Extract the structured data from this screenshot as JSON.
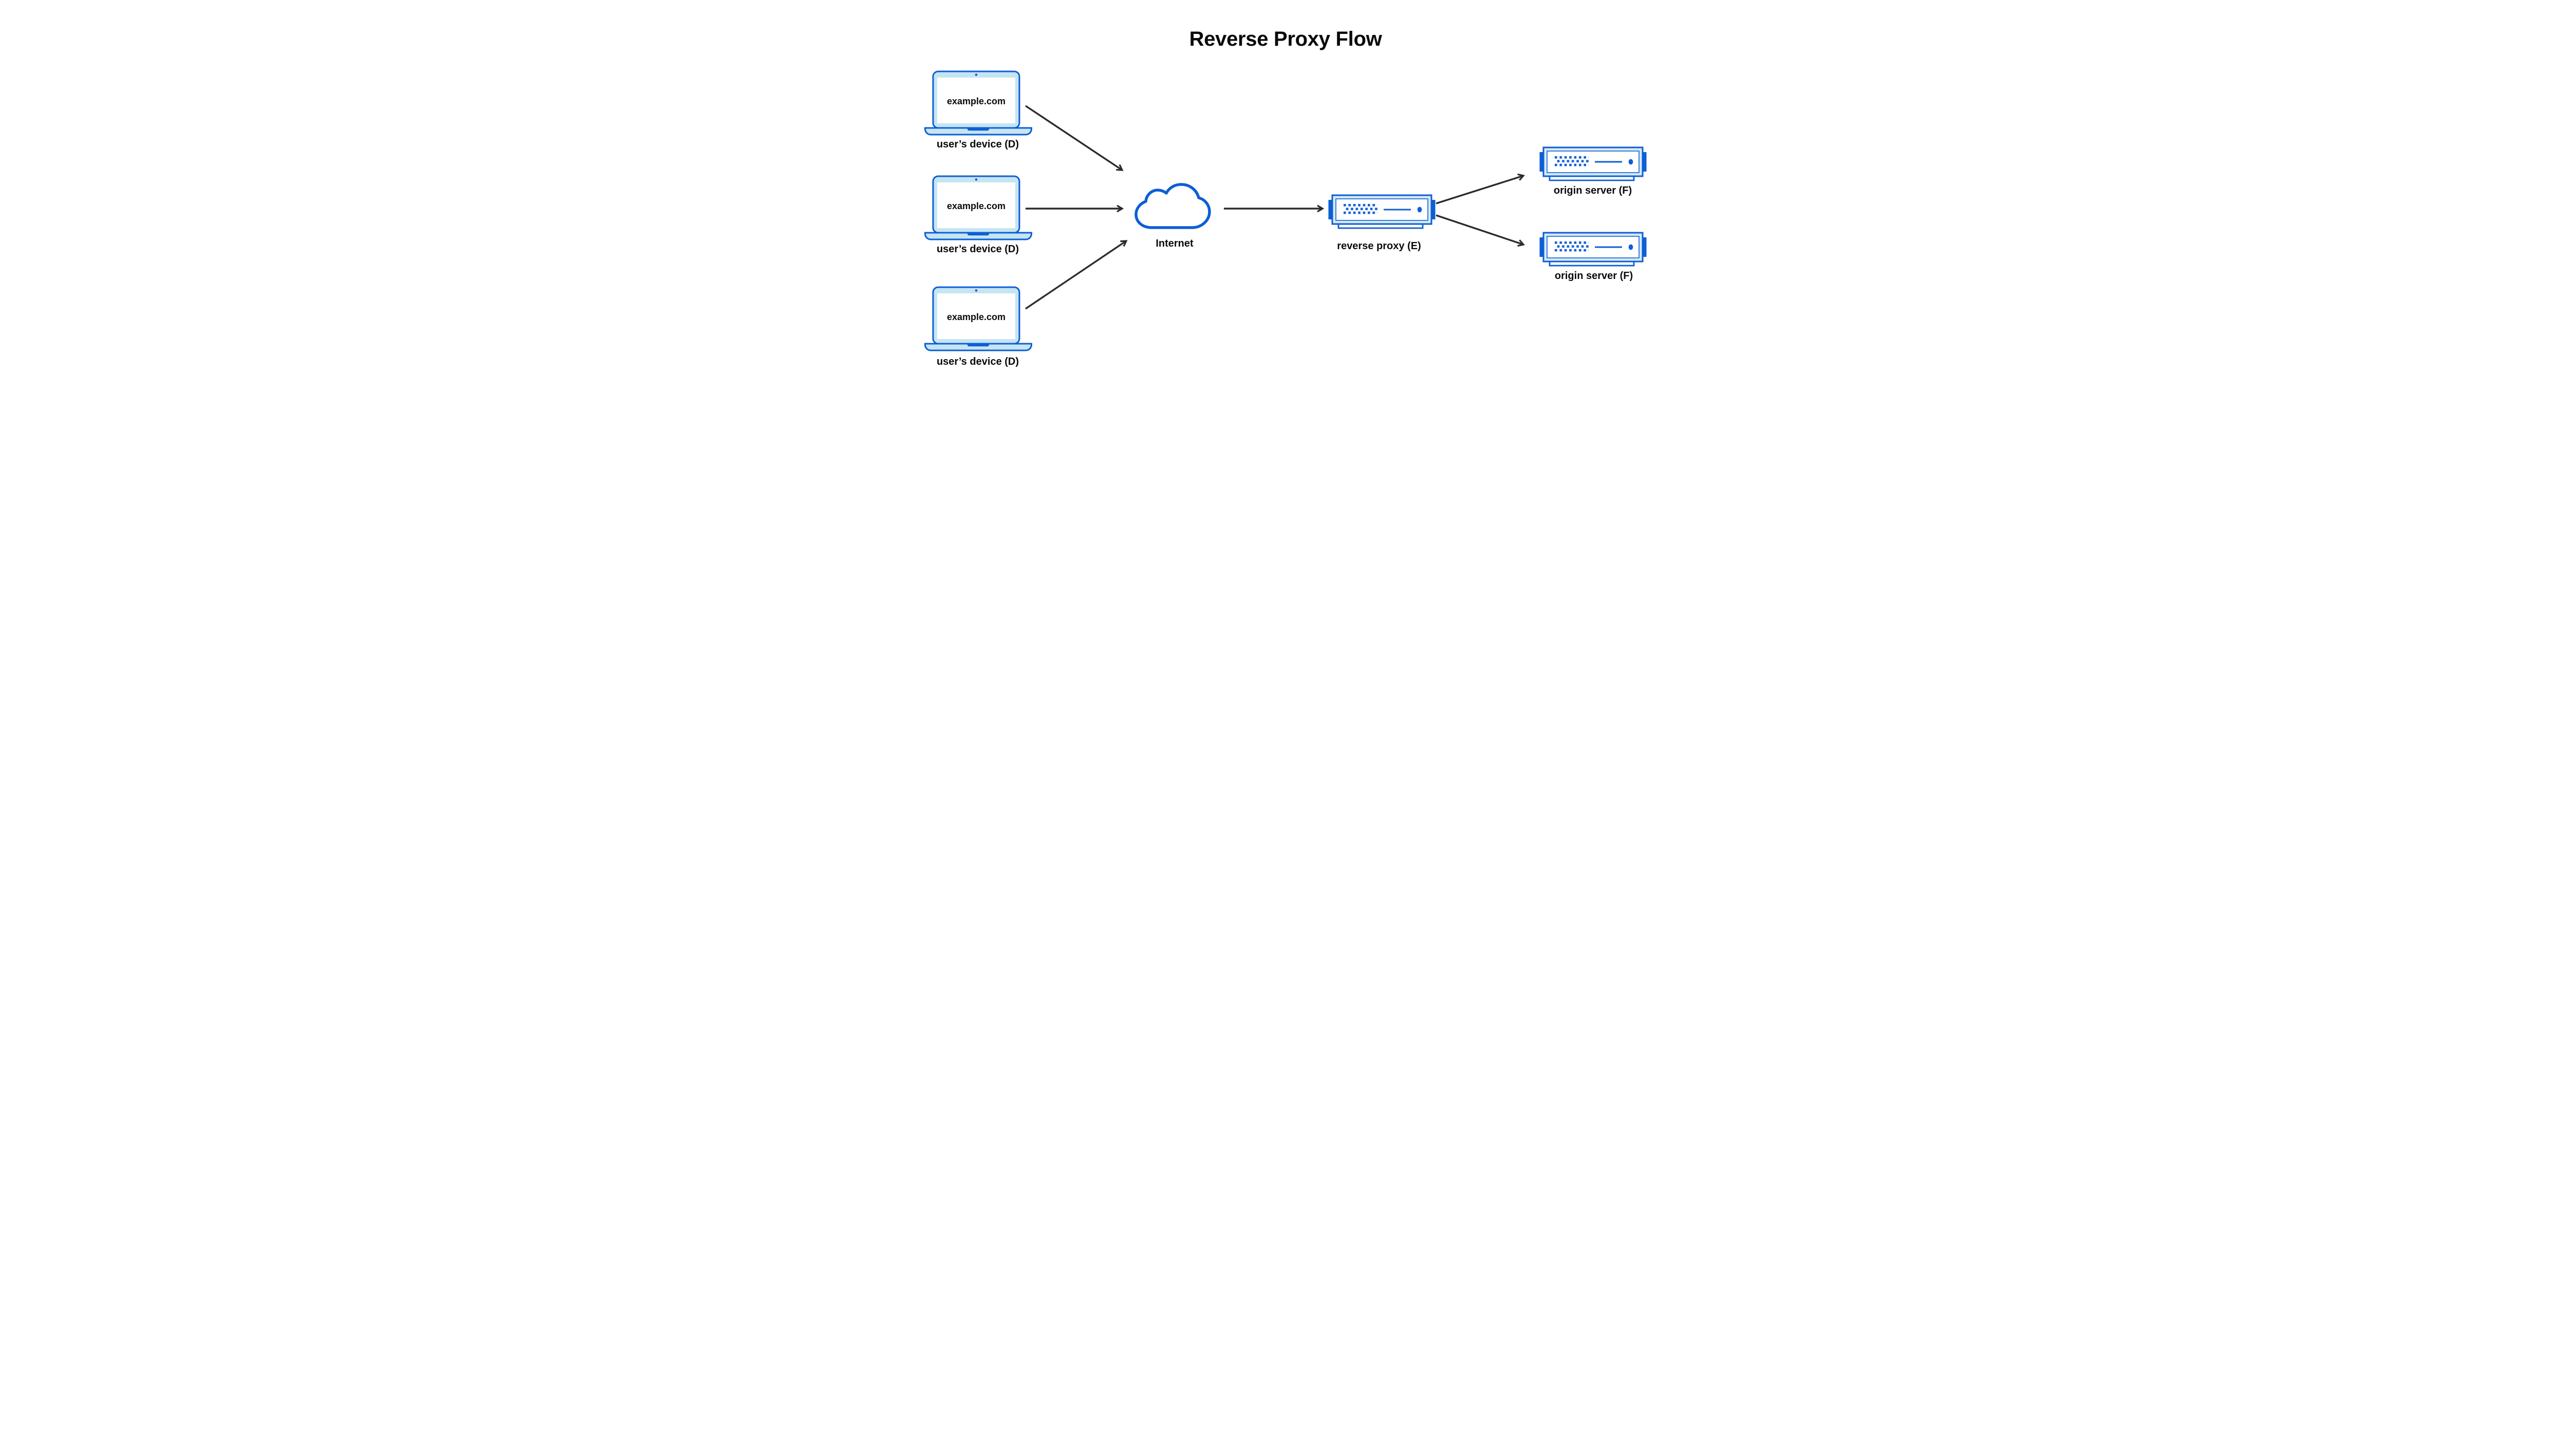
{
  "title": "Reverse Proxy Flow",
  "colors": {
    "accent_blue": "#0e5ed6",
    "laptop_fill": "#c5e5f2",
    "server_fill": "#d5eaf4",
    "screen_white": "#ffffff",
    "text_black": "#0a0a0a",
    "arrow_gray": "#2b2b2b",
    "background": "#ffffff"
  },
  "nodes": {
    "devices": [
      {
        "id": "user-device-1",
        "screen_text": "example.com",
        "label": "user’s device (D)"
      },
      {
        "id": "user-device-2",
        "screen_text": "example.com",
        "label": "user’s device (D)"
      },
      {
        "id": "user-device-3",
        "screen_text": "example.com",
        "label": "user’s device (D)"
      }
    ],
    "internet": {
      "label": "Internet"
    },
    "reverse_proxy": {
      "label": "reverse proxy (E)"
    },
    "origin_servers": [
      {
        "label": "origin server (F)"
      },
      {
        "label": "origin server (F)"
      }
    ]
  },
  "connections": [
    {
      "from": "user-device-1",
      "to": "internet"
    },
    {
      "from": "user-device-2",
      "to": "internet"
    },
    {
      "from": "user-device-3",
      "to": "internet"
    },
    {
      "from": "internet",
      "to": "reverse-proxy"
    },
    {
      "from": "reverse-proxy",
      "to": "origin-server-1"
    },
    {
      "from": "reverse-proxy",
      "to": "origin-server-2"
    }
  ]
}
